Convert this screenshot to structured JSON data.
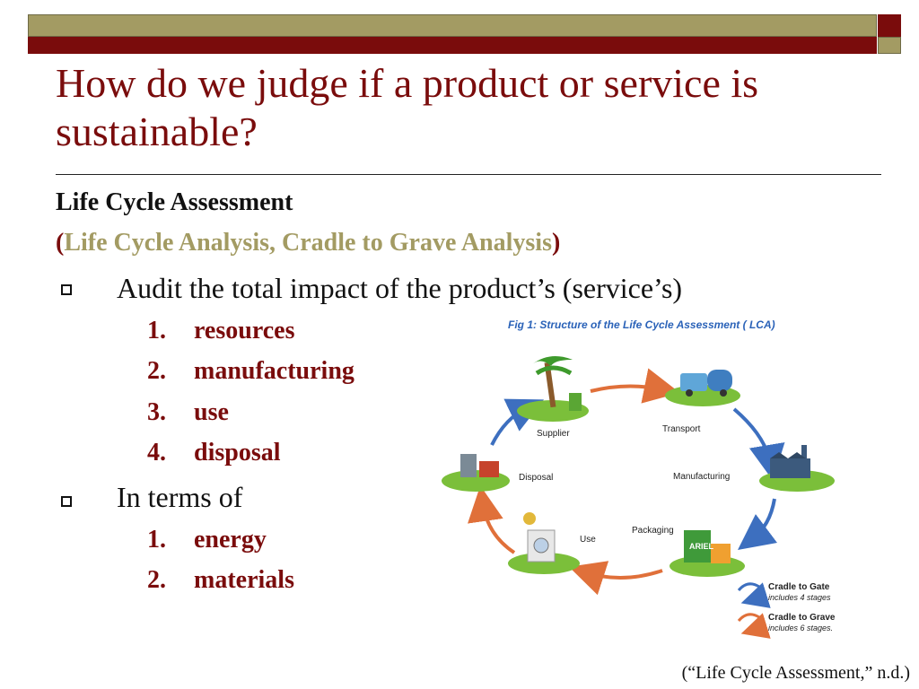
{
  "title": "How do we judge if a product or service is sustainable?",
  "subtitle": "Life Cycle Assessment",
  "alt_names_open": "(",
  "alt_names": "Life Cycle Analysis, Cradle to Grave Analysis",
  "alt_names_close": ")",
  "bullets": [
    {
      "text": "Audit the total impact of the product’s (service’s)",
      "items": [
        {
          "num": "1.",
          "label": "resources"
        },
        {
          "num": "2.",
          "label": "manufacturing"
        },
        {
          "num": "3.",
          "label": "use"
        },
        {
          "num": "4.",
          "label": "disposal"
        }
      ]
    },
    {
      "text": "In terms of",
      "items": [
        {
          "num": "1.",
          "label": "energy"
        },
        {
          "num": "2.",
          "label": "materials"
        }
      ]
    }
  ],
  "figure": {
    "caption": "Fig 1:  Structure of the Life Cycle Assessment ( LCA)",
    "stages": [
      "Supplier",
      "Transport",
      "Manufacturing",
      "Packaging",
      "Use",
      "Disposal"
    ],
    "legend": [
      {
        "title": "Cradle to Gate",
        "desc": "includes 4 stages"
      },
      {
        "title": "Cradle to Grave",
        "desc": "includes 6 stages."
      }
    ],
    "colors": {
      "caption": "#2a62b8",
      "blue_arrow": "#3d6fbf",
      "orange_arrow": "#e0703a"
    }
  },
  "citation": "(“Life Cycle Assessment,” n.d.)",
  "colors": {
    "accent_red": "#7a0c0c",
    "olive": "#a39b63"
  }
}
